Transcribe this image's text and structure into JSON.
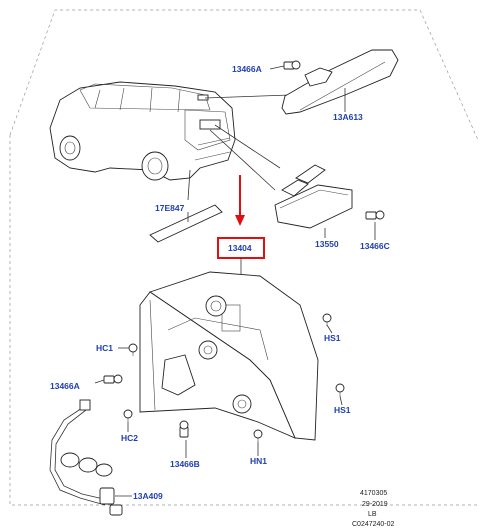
{
  "labels": {
    "bulb_top": "13466A",
    "high_mount_lamp": "13A613",
    "reflector": "17E847",
    "licence_lamp": "13550",
    "licence_bulb": "13466C",
    "tail_lamp": "13404",
    "hc1": "HC1",
    "hs1_upper": "HS1",
    "bulb_left": "13466A",
    "hs1_lower": "HS1",
    "hc2": "HC2",
    "bulb_bottom": "13466B",
    "hn1": "HN1",
    "harness": "13A409"
  },
  "meta": {
    "illus_number": "4170305",
    "date": "29-2019",
    "lang": "LB",
    "ref": "C0247240-02"
  },
  "colors": {
    "label": "#1f3fb0",
    "highlight": "#e01010",
    "line": "#333333"
  }
}
